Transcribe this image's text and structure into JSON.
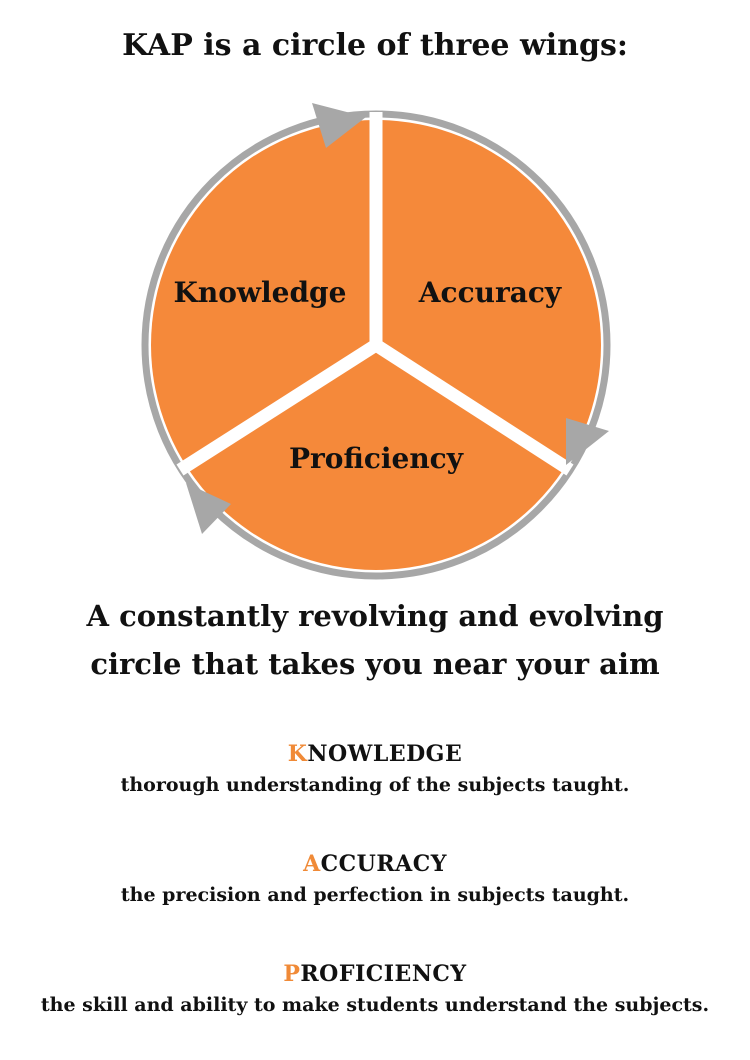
{
  "title": "KAP is a circle of three wings:",
  "colors": {
    "wing_fill": "#f5893a",
    "ring": "#a7a7a7",
    "accent_letter": "#f08a37",
    "text": "#111111"
  },
  "wings": [
    {
      "label": "Knowledge"
    },
    {
      "label": "Accuracy"
    },
    {
      "label": "Proficiency"
    }
  ],
  "tagline": {
    "line1": "A constantly revolving and evolving",
    "line2": "circle that takes you near your aim"
  },
  "definitions": [
    {
      "initial": "K",
      "rest": "NOWLEDGE",
      "text": "thorough understanding of the subjects taught."
    },
    {
      "initial": "A",
      "rest": "CCURACY",
      "text": "the precision and perfection in subjects taught."
    },
    {
      "initial": "P",
      "rest": "ROFICIENCY",
      "text": "the skill and ability to make students understand the subjects."
    }
  ]
}
